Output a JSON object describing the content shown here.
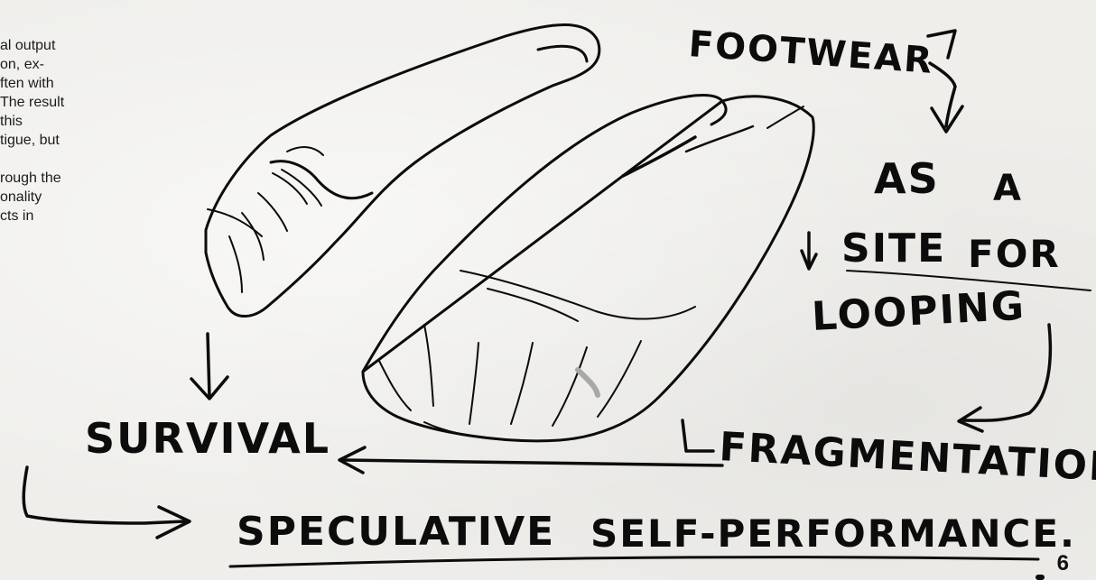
{
  "body_text": {
    "lines": [
      "al output",
      "on, ex-",
      "ften with",
      "The result",
      "this",
      "tigue, but",
      "",
      "rough the",
      "onality",
      "cts in"
    ]
  },
  "sketch_labels": {
    "footwear": "FOOTWEAR",
    "as": "AS",
    "a": "A",
    "site": "SITE",
    "for": "FOR",
    "looping": "LOOPING",
    "survival": "SURVIVAL",
    "fragmentation": "FRAGMENTATION",
    "speculative": "SPECULATIVE",
    "self_performance": "SELF-PERFORMANCE."
  },
  "page_number": "6",
  "colors": {
    "ink": "#0c0c0c",
    "paper": "#efeeeb"
  }
}
